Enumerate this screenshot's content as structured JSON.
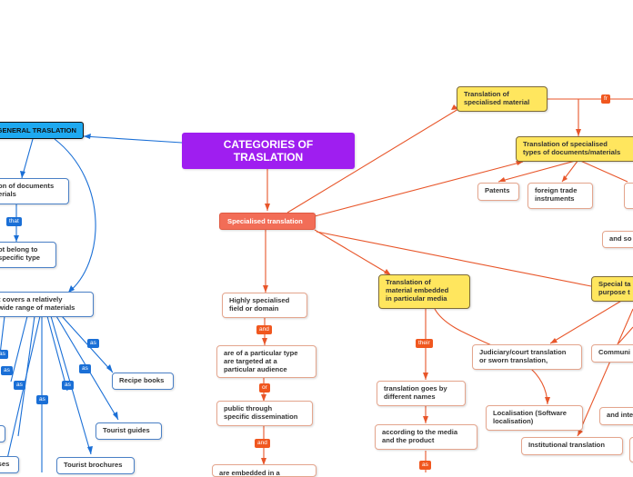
{
  "root": {
    "title": "CATEGORIES OF TRASLATION"
  },
  "general": {
    "title": "GENERAL TRASLATION",
    "n1": "on of documents",
    "n1b": "erials",
    "n2": "ot belong to",
    "n2b": "specific type",
    "n3": "t covers a relatively",
    "n3b": "wide range of materials",
    "recipe": "Recipe books",
    "tourist_guides": "Tourist guides",
    "brochures": "Tourist brochures",
    "tises": "tises"
  },
  "special": {
    "title": "Specialised translation",
    "highly": "Highly specialised",
    "highly_b": "field or domain",
    "audience": "are of a particular type",
    "audience_b": "are targeted at a",
    "audience_c": "particular audience",
    "public": "public through",
    "public_b": "specific dissemination",
    "embedded_cut": "are embedded in a",
    "spec_material": "Translation of",
    "spec_material_b": "specialised material",
    "types_docs": "Translation of specialised",
    "types_docs_b": "types of documents/materials",
    "patents": "Patents",
    "trade": "foreign trade",
    "trade_b": "instruments",
    "and_so": "and so",
    "embedded": "Translation of",
    "embedded_b": "material embedded",
    "embedded_c": "in particular media",
    "goes_by": "translation goes by",
    "goes_by_b": "different names",
    "media": "according to the media",
    "media_b": "and the product",
    "purpose": "Special ta",
    "purpose_b": "purpose t",
    "judiciary": "Judiciary/court translation",
    "judiciary_b": "or sworn translation,",
    "communi": "Communi",
    "localisation": "Localisation (Software",
    "localisation_b": "localisation)",
    "and_inte": "and inte",
    "institutional": "Institutional translation"
  },
  "labels": {
    "that": "that",
    "as": "as",
    "and": "and",
    "or": "or",
    "their": "their",
    "fr": "fr"
  },
  "colors": {
    "root": "#9f1ef0",
    "general": "#1ea9f0",
    "special": "#f26d57",
    "yellow": "#ffe65e",
    "orange_link": "#e8562a",
    "blue_link": "#1a6fd6"
  }
}
